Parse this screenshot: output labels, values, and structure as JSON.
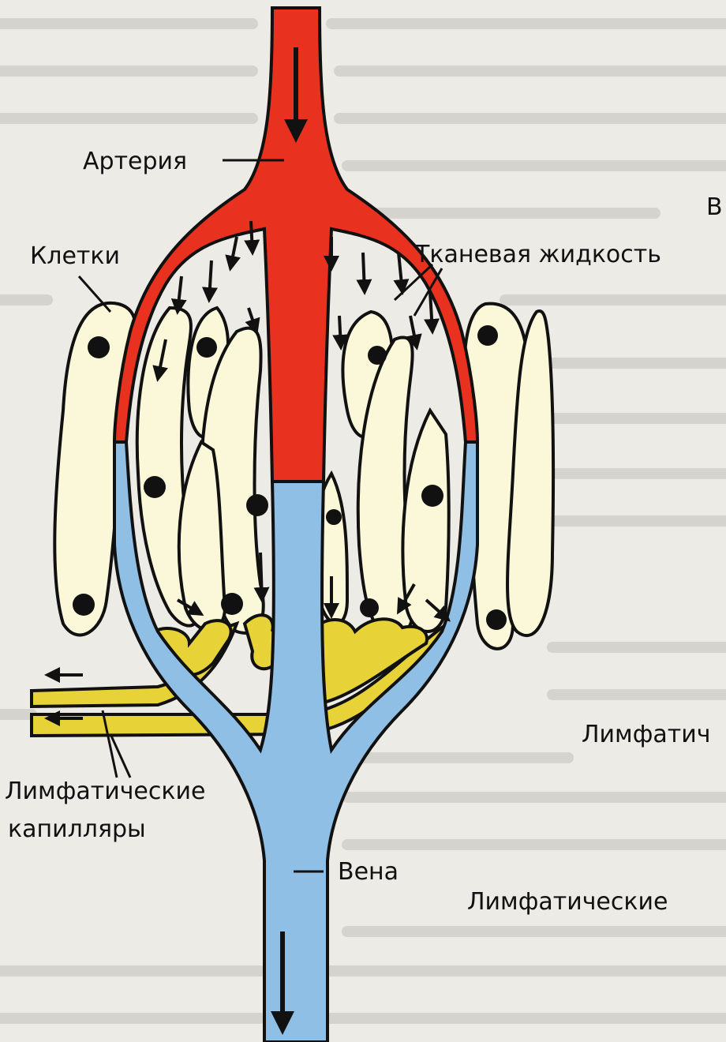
{
  "labels": {
    "artery": "Артерия",
    "cells": "Клетки",
    "tissue_fluid": "Тканевая жидкость",
    "lymph_capillaries_line1": "Лимфатические",
    "lymph_capillaries_line2": "капилляры",
    "vein": "Вена"
  },
  "page_fragments": {
    "right_top": "В",
    "right_mid": "Лимфатич",
    "right_bottom": "Лимфатические"
  },
  "colors": {
    "artery": "#e8311f",
    "vein": "#8fbfe4",
    "lymph": "#e7d238",
    "cell_fill": "#fbf8d9",
    "outline": "#111111",
    "paper": "#ecebe6"
  }
}
